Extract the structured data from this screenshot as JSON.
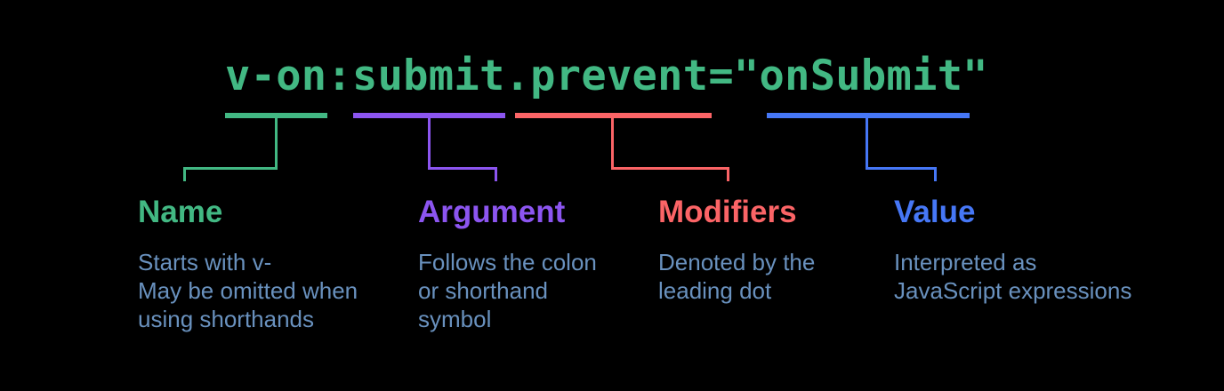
{
  "background_color": "#000000",
  "code": {
    "text": "v-on:submit.prevent=\"onSubmit\"",
    "color": "#42b883"
  },
  "description_color": "#6991be",
  "segments": [
    {
      "token": "v-on",
      "label": "Name",
      "description": "Starts with v-\nMay be omitted when\nusing shorthands",
      "color": "#42b883"
    },
    {
      "token": "submit",
      "label": "Argument",
      "description": "Follows the colon\nor shorthand\nsymbol",
      "color": "#8c55f0"
    },
    {
      "token": ".prevent",
      "label": "Modifiers",
      "description": "Denoted by the\nleading dot",
      "color": "#fb6466"
    },
    {
      "token": "onSubmit",
      "label": "Value",
      "description": "Interpreted as\nJavaScript expressions",
      "color": "#4677f6"
    }
  ]
}
